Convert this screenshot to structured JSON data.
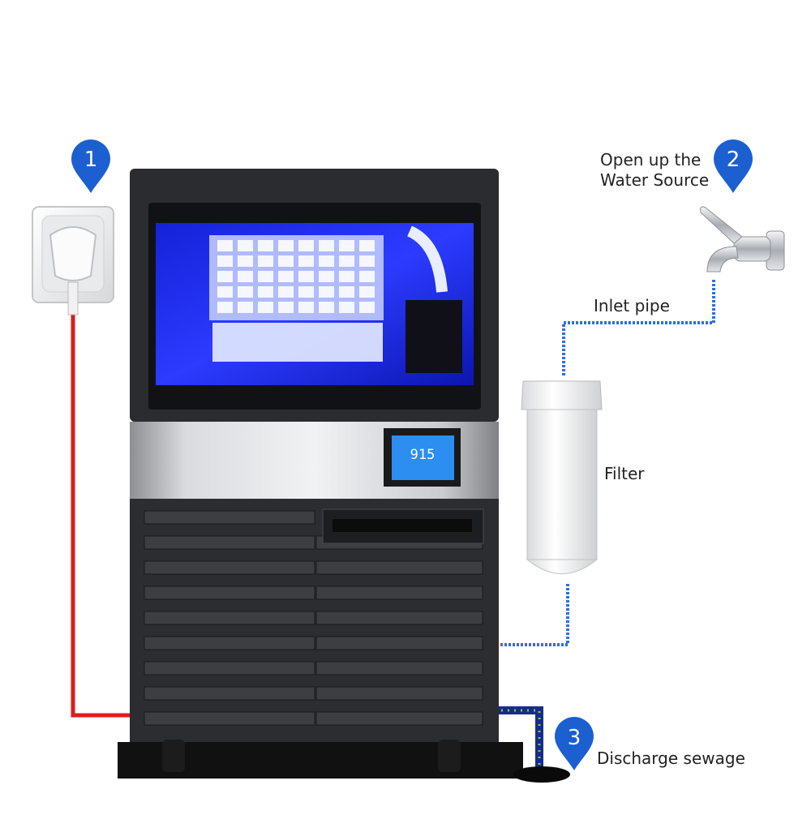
{
  "steps": [
    {
      "number": "1"
    },
    {
      "number": "2",
      "label_line1": "Open up the",
      "label_line2": "Water Source"
    },
    {
      "number": "3",
      "label": "Discharge sewage"
    }
  ],
  "labels": {
    "inlet_pipe": "Inlet pipe",
    "filter": "Filter"
  },
  "display": {
    "reading": "915"
  },
  "colors": {
    "pin": "#1b5fd1",
    "power_cable": "#e01b1b",
    "inlet_pipe": "#2f6fe0",
    "drain_pipe": "#1b2a8a",
    "interior_glow": "#1f2cff"
  }
}
